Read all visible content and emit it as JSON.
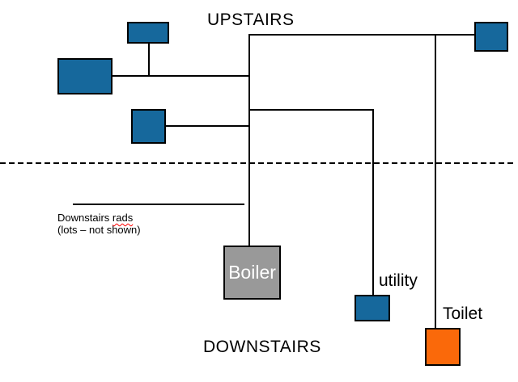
{
  "page": {
    "background": "#FFFFFF",
    "text_color": "#000000"
  },
  "titles": {
    "upstairs": "UPSTAIRS",
    "downstairs": "DOWNSTAIRS"
  },
  "note": {
    "line1_prefix": "Downstairs ",
    "line1_misspelled_word": "rads",
    "line2": "(lots – not shown)",
    "spellcheck_color": "#FF0000"
  },
  "boiler": {
    "label": "Boiler",
    "fill": "#999999",
    "text_color": "#FFFFFF"
  },
  "utility": {
    "label": "utility",
    "fill": "#16689C"
  },
  "toilet": {
    "label": "Toilet",
    "fill": "#FA690A"
  },
  "radiators": {
    "fill": "#16689C",
    "upstairs_count": 4
  },
  "lines": {
    "color": "#000000",
    "floor_divider_style": "dashed"
  }
}
